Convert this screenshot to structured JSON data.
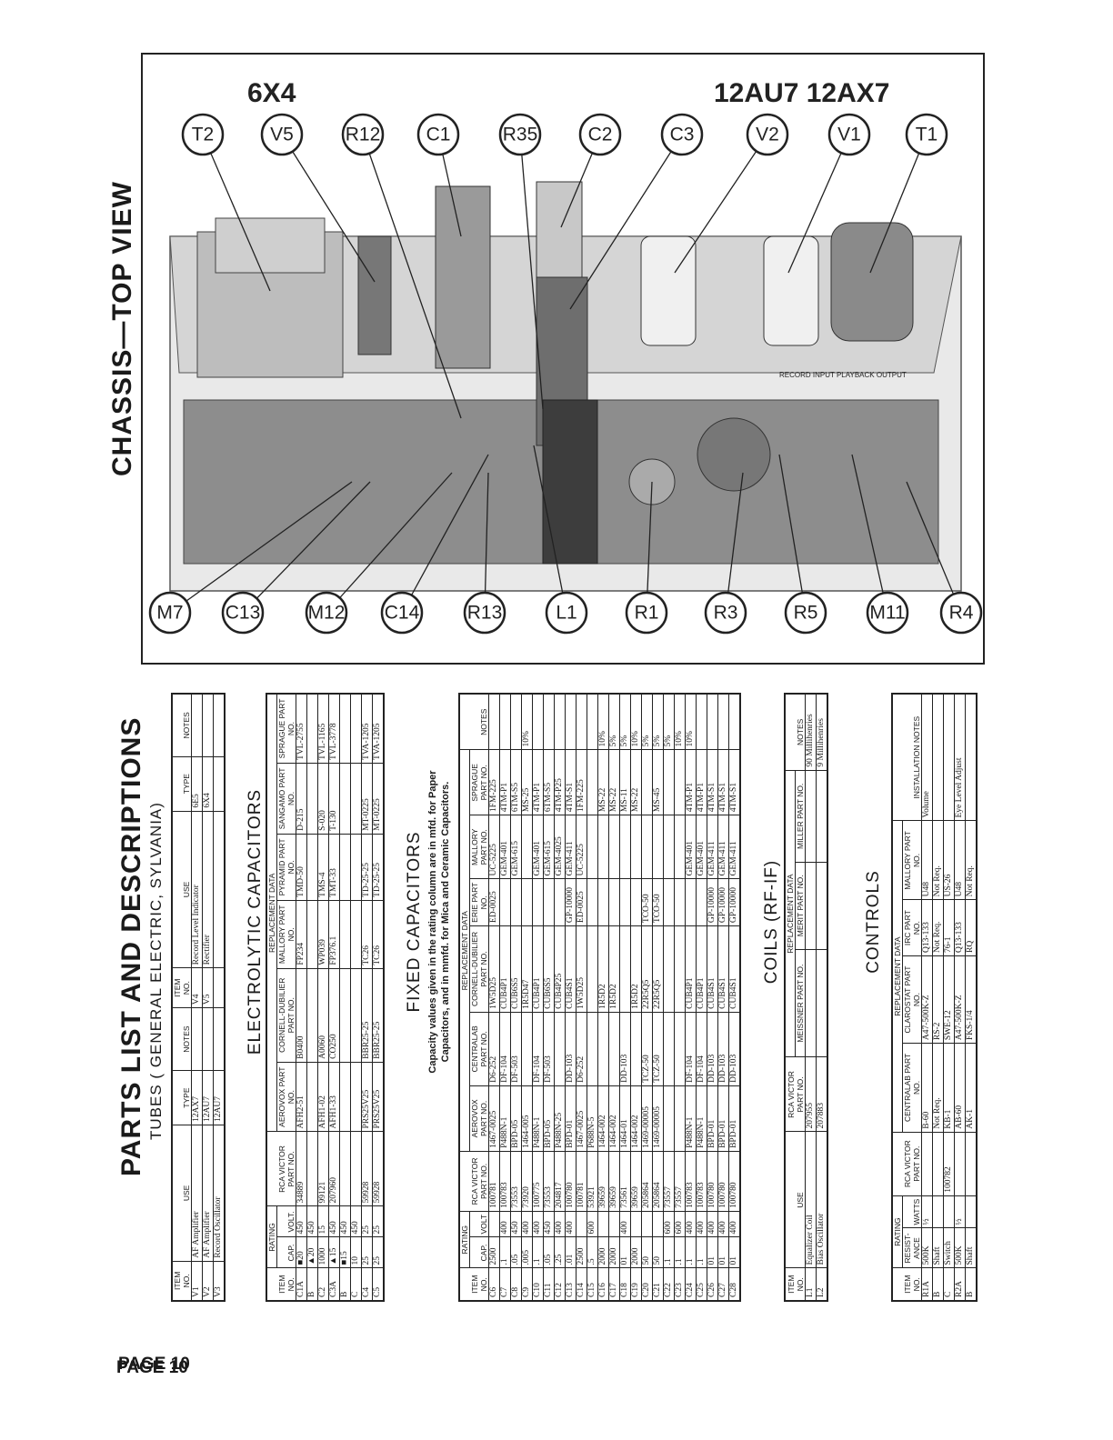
{
  "page": {
    "title": "PARTS LIST AND DESCRIPTIONS",
    "page_number": "PAGE 10"
  },
  "tubes": {
    "heading": "TUBES ( GENERAL ELECTRIC, SYLVANIA)",
    "headers": [
      "ITEM No.",
      "USE",
      "TYPE",
      "NOTES",
      "ITEM No.",
      "USE",
      "TYPE",
      "NOTES"
    ],
    "rows": [
      [
        "V1",
        "AF Amplifier",
        "12AX7",
        "",
        "V4",
        "Record Level Indicator",
        "6E5",
        ""
      ],
      [
        "V2",
        "AF Amplifier",
        "12AU7",
        "",
        "V5",
        "Rectifier",
        "6X4",
        ""
      ],
      [
        "V3",
        "Record Oscillator",
        "12AU7",
        "",
        "",
        "",
        "",
        ""
      ]
    ]
  },
  "electrolytic": {
    "heading": "ELECTROLYTIC CAPACITORS",
    "rating_label": "RATING",
    "replacement_label": "REPLACEMENT DATA",
    "headers": [
      "ITEM No.",
      "CAP.",
      "VOLT.",
      "RCA Victor PART No.",
      "AEROVOX PART No.",
      "CORNELL-DUBILIER PART No.",
      "MALLORY PART No.",
      "PYRAMID PART No.",
      "SANGAMO PART No.",
      "SPRAGUE PART No."
    ],
    "rows": [
      [
        "C1A",
        "■20",
        "450",
        "34889",
        "AFH2-51",
        "B0400",
        "FP234",
        "TMD-50",
        "D-215",
        "TVL-2755"
      ],
      [
        "B",
        "▲20",
        "450",
        "",
        "",
        "",
        "",
        "",
        "",
        ""
      ],
      [
        "C2",
        "1000",
        "15",
        "99121",
        "AFH1-02",
        "A0060",
        "WP039",
        "TMS-4",
        "S-020",
        "TVL-1165"
      ],
      [
        "C3A",
        "▲15",
        "450",
        "207960",
        "AFH1-33",
        "CO250",
        "FP376.1",
        "TMT-33",
        "T-130",
        "TVL-3778"
      ],
      [
        "B",
        "■15",
        "450",
        "",
        "",
        "",
        "",
        "",
        "",
        ""
      ],
      [
        "C",
        "10",
        "450",
        "",
        "",
        "",
        "",
        "",
        "",
        ""
      ],
      [
        "C4",
        "25",
        "25",
        "59928",
        "PRS25V25",
        "BBR25-25",
        "TC26",
        "TD-25-25",
        "MT-0225",
        "TVA-1205"
      ],
      [
        "C5",
        "25",
        "25",
        "59928",
        "PRS25V25",
        "BBR25-25",
        "TC26",
        "TD-25-25",
        "MT-0225",
        "TVA-1205"
      ]
    ]
  },
  "fixed": {
    "heading": "FIXED CAPACITORS",
    "note1": "Capacity values given in the rating column are in mfd. for Paper",
    "note2": "Capacitors, and in mmfd. for Mica and Ceramic Capacitors.",
    "rating_label": "RATING",
    "replacement_label": "REPLACEMENT DATA",
    "headers": [
      "ITEM No.",
      "CAP.",
      "VOLT",
      "RCA Victor PART No.",
      "AEROVOX PART No.",
      "CENTRALAB PART No.",
      "CORNELL-DUBILIER PART No.",
      "ERIE PART No.",
      "MALLORY PART No.",
      "SPRAGUE PART No.",
      "NOTES"
    ],
    "rows": [
      [
        "C6",
        "2500",
        "",
        "100781",
        "1467-0025",
        "D6-252",
        "1W5D25",
        "ED-0025",
        "UC-5225",
        "1FM-225",
        ""
      ],
      [
        "C7",
        ".1",
        "400",
        "100783",
        "P488N-1",
        "DF-104",
        "CUB4P1",
        "",
        "GEM-401",
        "4TM-P1",
        ""
      ],
      [
        "C8",
        ".05",
        "450",
        "73553",
        "BPD-05",
        "DF-503",
        "CUB6S5",
        "",
        "GEM-615",
        "6TM-S5",
        ""
      ],
      [
        "C9",
        ".005",
        "400",
        "73920",
        "1464-005",
        "",
        "1R5D47",
        "",
        "",
        "MS-25",
        "10%"
      ],
      [
        "C10",
        ".1",
        "400",
        "100775",
        "P488N-1",
        "DF-104",
        "CUB4P1",
        "",
        "GEM-401",
        "4TM-P1",
        ""
      ],
      [
        "C11",
        ".05",
        "450",
        "73553",
        "BPD-05",
        "DF-503",
        "CUB6S5",
        "",
        "GEM-615",
        "6TM-S5",
        ""
      ],
      [
        "C12",
        ".25",
        "400",
        "204817",
        "P488N-25",
        "",
        "CUB4P25",
        "",
        "GEM-4025",
        "4TM-P25",
        ""
      ],
      [
        "C13",
        ".01",
        "400",
        "100780",
        "BPD-01",
        "DD-103",
        "CUB4S1",
        "GP-10000",
        "GEM-411",
        "4TM-S1",
        ""
      ],
      [
        "C14",
        "2500",
        "",
        "100781",
        "1467-0025",
        "D6-252",
        "1W5D25",
        "ED-0025",
        "UC-5225",
        "1FM-225",
        ""
      ],
      [
        "C15",
        ".5",
        "600",
        "53921",
        "P688N-5",
        "",
        "",
        "",
        "",
        "",
        ""
      ],
      [
        "C16",
        "2000",
        "",
        "39659",
        "1464-002",
        "",
        "1R5D2",
        "",
        "",
        "MS-22",
        "10%"
      ],
      [
        "C17",
        "2000",
        "",
        "39659",
        "1464-002",
        "",
        "1R5D2",
        "",
        "",
        "MS-22",
        "5%"
      ],
      [
        "C18",
        "01",
        "400",
        "73561",
        "1464-01",
        "DD-103",
        "",
        "",
        "",
        "MS-11",
        "5%"
      ],
      [
        "C19",
        "2000",
        "",
        "39659",
        "1464-002",
        "",
        "1R5D2",
        "",
        "",
        "MS-22",
        "10%"
      ],
      [
        "C20",
        "50",
        "",
        "205864",
        "1469-00005",
        "TCZ-50",
        "22R5Q5",
        "TCO-50",
        "",
        "",
        "5%"
      ],
      [
        "C21",
        "50",
        "",
        "205864",
        "1469-00005",
        "TCZ-50",
        "22R5Q5",
        "TCO-50",
        "",
        "MS-45",
        "5%"
      ],
      [
        "C22",
        ".1",
        "600",
        "73557",
        "",
        "",
        "",
        "",
        "",
        "",
        "5%"
      ],
      [
        "C23",
        ".1",
        "600",
        "73557",
        "",
        "",
        "",
        "",
        "",
        "",
        "10%"
      ],
      [
        "C24",
        ".1",
        "400",
        "100783",
        "P488N-1",
        "DF-104",
        "CUB4P1",
        "",
        "GEM-401",
        "4TM-P1",
        "10%"
      ],
      [
        "C25",
        ".1",
        "400",
        "100783",
        "P488N-1",
        "DF-104",
        "CUB4P1",
        "",
        "GEM-401",
        "4TM-P1",
        ""
      ],
      [
        "C26",
        "01",
        "400",
        "100780",
        "BPD-01",
        "DD-103",
        "CUB4S1",
        "GP-10000",
        "GEM-411",
        "4TM-S1",
        ""
      ],
      [
        "C27",
        "01",
        "400",
        "100780",
        "BPD-01",
        "DD-103",
        "CUB4S1",
        "GP-10000",
        "GEM-411",
        "4TM-S1",
        ""
      ],
      [
        "C28",
        "01",
        "400",
        "100780",
        "BPD-01",
        "DD-103",
        "CUB4S1",
        "GP-10000",
        "GEM-411",
        "4TM-S1",
        ""
      ]
    ]
  },
  "coils": {
    "heading": "COILS (RF-IF)",
    "replacement_label": "REPLACEMENT DATA",
    "headers": [
      "ITEM No.",
      "USE",
      "RCA Victor PART No.",
      "MEISSNER PART No.",
      "MERIT PART No.",
      "MILLER PART No.",
      "NOTES"
    ],
    "rows": [
      [
        "L1",
        "Equalizer Coil",
        "207955",
        "",
        "",
        "",
        "90 Millihenries"
      ],
      [
        "L2",
        "Bias Oscillator",
        "207883",
        "",
        "",
        "",
        "9 Millihenries"
      ]
    ]
  },
  "controls": {
    "heading": "CONTROLS",
    "rating_label": "RATING",
    "replacement_label": "REPLACEMENT DATA",
    "headers": [
      "ITEM No.",
      "RESIST-ANCE",
      "WATTS",
      "RCA Victor PART No.",
      "CENTRALAB PART No.",
      "CLAROSTAT PART No.",
      "IRC PART No.",
      "MALLORY PART No.",
      "INSTALLATION NOTES"
    ],
    "rows": [
      [
        "R1A",
        "500K",
        "½",
        "",
        "B-60",
        "A47-500K-Z",
        "Q13-133",
        "U48",
        "Volume"
      ],
      [
        "B",
        "Shaft",
        "",
        "",
        "Not Req.",
        "RS-2",
        "Not Req.",
        "Not Req.",
        ""
      ],
      [
        "C",
        "Switch",
        "",
        "100782",
        "KB-1",
        "SWE-12",
        "76-1",
        "US-26",
        ""
      ],
      [
        "R2A",
        "500K",
        "½",
        "",
        "AB-60",
        "A47-500K-Z",
        "Q13-133",
        "U48",
        "Eye Level Adjust"
      ],
      [
        "B",
        "Shaft",
        "",
        "",
        "AK-1",
        "FKS-1/4",
        "RQ",
        "Not Req.",
        ""
      ]
    ]
  },
  "chassis": {
    "heading": "CHASSIS—TOP VIEW",
    "tube_label_left": "6X4",
    "tube_label_right": "12AU7  12AX7",
    "callouts_top": [
      "T2",
      "V5",
      "R12",
      "C1",
      "R35",
      "C2",
      "C3",
      "V2",
      "V1",
      "T1"
    ],
    "callouts_bottom": [
      "M7",
      "C13",
      "M12",
      "C14",
      "R13",
      "L1",
      "R1",
      "R3",
      "R5",
      "M11",
      "R4"
    ],
    "chassis_text": "RECORD  INPUT   PLAYBACK  OUTPUT"
  }
}
